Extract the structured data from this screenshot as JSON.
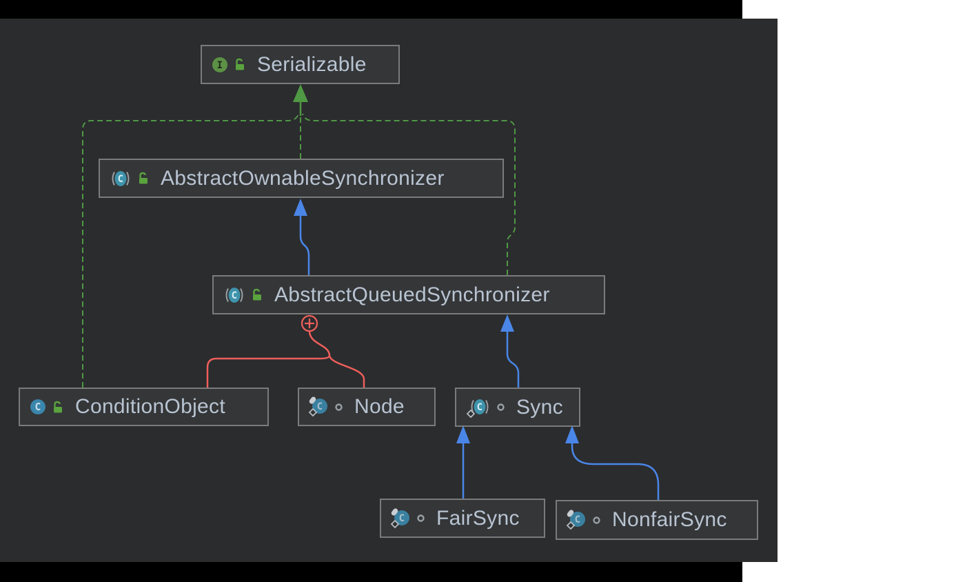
{
  "window": {
    "description": "IDE UML class diagram canvas (dark theme) showing the AbstractQueuedSynchronizer class hierarchy"
  },
  "diagram": {
    "nodes": [
      {
        "label": "Serializable",
        "kind": "interface",
        "visibility": "public"
      },
      {
        "label": "AbstractOwnableSynchronizer",
        "kind": "abstract-class",
        "visibility": "public"
      },
      {
        "label": "AbstractQueuedSynchronizer",
        "kind": "abstract-class",
        "visibility": "public"
      },
      {
        "label": "ConditionObject",
        "kind": "class",
        "visibility": "public"
      },
      {
        "label": "Node",
        "kind": "static-nested-class",
        "visibility": "package-local"
      },
      {
        "label": "Sync",
        "kind": "abstract-static-class",
        "visibility": "package-local"
      },
      {
        "label": "FairSync",
        "kind": "static-nested-class",
        "visibility": "package-local"
      },
      {
        "label": "NonfairSync",
        "kind": "static-nested-class",
        "visibility": "package-local"
      }
    ],
    "edges": [
      {
        "from": "ConditionObject",
        "to": "Serializable",
        "type": "realization"
      },
      {
        "from": "AbstractOwnableSynchronizer",
        "to": "Serializable",
        "type": "realization"
      },
      {
        "from": "AbstractQueuedSynchronizer",
        "to": "Serializable",
        "type": "realization"
      },
      {
        "from": "AbstractQueuedSynchronizer",
        "to": "AbstractOwnableSynchronizer",
        "type": "generalization"
      },
      {
        "from": "Sync",
        "to": "AbstractQueuedSynchronizer",
        "type": "generalization"
      },
      {
        "from": "FairSync",
        "to": "Sync",
        "type": "generalization"
      },
      {
        "from": "NonfairSync",
        "to": "Sync",
        "type": "generalization"
      },
      {
        "from": "AbstractQueuedSynchronizer",
        "to": "ConditionObject",
        "type": "inner-class"
      },
      {
        "from": "AbstractQueuedSynchronizer",
        "to": "Node",
        "type": "inner-class"
      }
    ],
    "colors": {
      "canvas": "#2b2c2e",
      "node_fill": "#343638",
      "node_border": "#7b7b7b",
      "label_text": "#b9c4d2",
      "realization_green": "#4f9944",
      "generalization_blue": "#4a86e8",
      "inner_class_red": "#ee5f5b",
      "interface_icon_green": "#5c9146",
      "class_icon_blue": "#3a86ac",
      "abstract_icon_teal": "#3f93ab",
      "lock_green": "#5aa33e"
    }
  }
}
